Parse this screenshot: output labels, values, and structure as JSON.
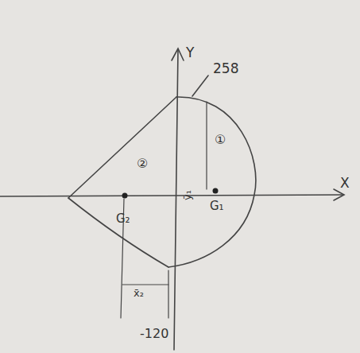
{
  "diagram": {
    "labels": [
      "258",
      "Y",
      "X",
      "①",
      "②",
      "G₂",
      "G₁",
      "ȳ₁",
      "x̄₂",
      "-120"
    ]
  }
}
